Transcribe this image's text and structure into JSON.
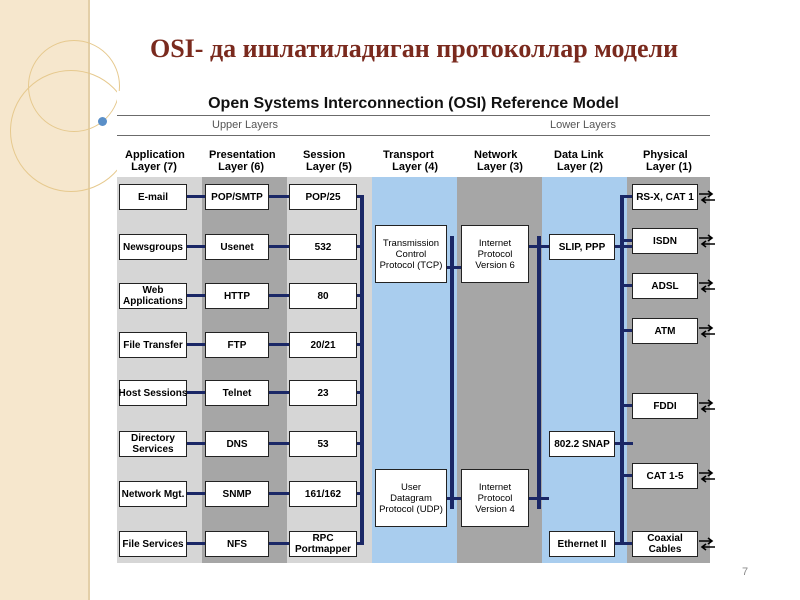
{
  "slide": {
    "title": "OSI- да ишлатиладиган протоколлар модели",
    "page_number": "7"
  },
  "diagram": {
    "title": "Open Systems Interconnection (OSI) Reference Model",
    "upper_label": "Upper Layers",
    "lower_label": "Lower Layers",
    "headers": {
      "app": "Application\n  Layer (7)",
      "pres": "Presentation\n   Layer (6)",
      "sess": "Session\n Layer (5)",
      "trans": "Transport\n   Layer (4)",
      "net": "Network\n Layer (3)",
      "dl": "Data Link\n Layer (2)",
      "phys": "Physical\n Layer (1)"
    },
    "application": [
      "E-mail",
      "Newsgroups",
      "Web\nApplications",
      "File Transfer",
      "Host Sessions",
      "Directory\nServices",
      "Network Mgt.",
      "File Services"
    ],
    "presentation": [
      "POP/SMTP",
      "Usenet",
      "HTTP",
      "FTP",
      "Telnet",
      "DNS",
      "SNMP",
      "NFS"
    ],
    "session": [
      "POP/25",
      "532",
      "80",
      "20/21",
      "23",
      "53",
      "161/162",
      "RPC\nPortmapper"
    ],
    "transport": [
      "Transmission\nControl\nProtocol (TCP)",
      "User\nDatagram\nProtocol (UDP)"
    ],
    "network": [
      "Internet\nProtocol\nVersion 6",
      "Internet\nProtocol\nVersion 4"
    ],
    "datalink": [
      "SLIP, PPP",
      "802.2 SNAP",
      "Ethernet II"
    ],
    "physical": [
      "RS-X, CAT 1",
      "ISDN",
      "ADSL",
      "ATM",
      "FDDI",
      "CAT 1-5",
      "Coaxial\nCables"
    ]
  },
  "colors": {
    "band_light": "#d6d6d6",
    "band_dark": "#a6a6a6",
    "band_blue": "#a9cdee",
    "rail": "#1a2766",
    "title": "#7a2a1e"
  }
}
